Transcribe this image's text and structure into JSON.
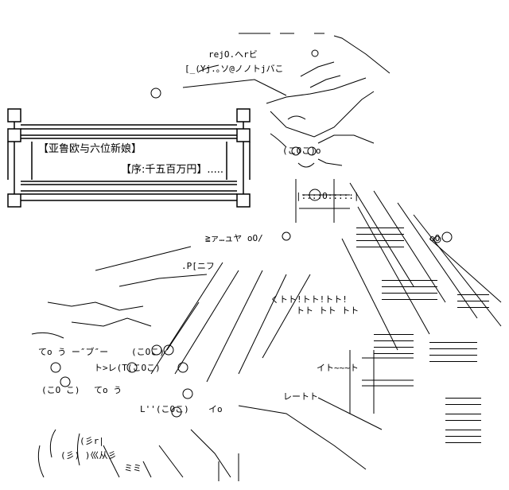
{
  "scroll": {
    "title": "【亚鲁欧与六位新娘】",
    "subtitle": "【序:千五百万円】....."
  },
  "colors": {
    "background": "#ffffff",
    "ink": "#000000"
  },
  "art": {
    "fragments": [
      "rejO.へrビ",
      "[_(Yj.｡ソ@ノノトjバこ",
      "(こOこ)o",
      "|::::O:::::|",
      "≧ァ…ュヤ oO/",
      "oO",
      ".P[ニフ",
      "てo う ー″ブ″ー",
      "(こOこ)",
      "ト>レ(T(こOこ)",
      "イト~~~ト",
      "トト トト トト",
      "くトト!トト!トト!",
      "(こO こ) ",
      "てo う",
      "L''(こOこ)",
      "(彡r|",
      "(彡) )巛从彡",
      "ミミ",
      "イo",
      "レートト"
    ]
  }
}
